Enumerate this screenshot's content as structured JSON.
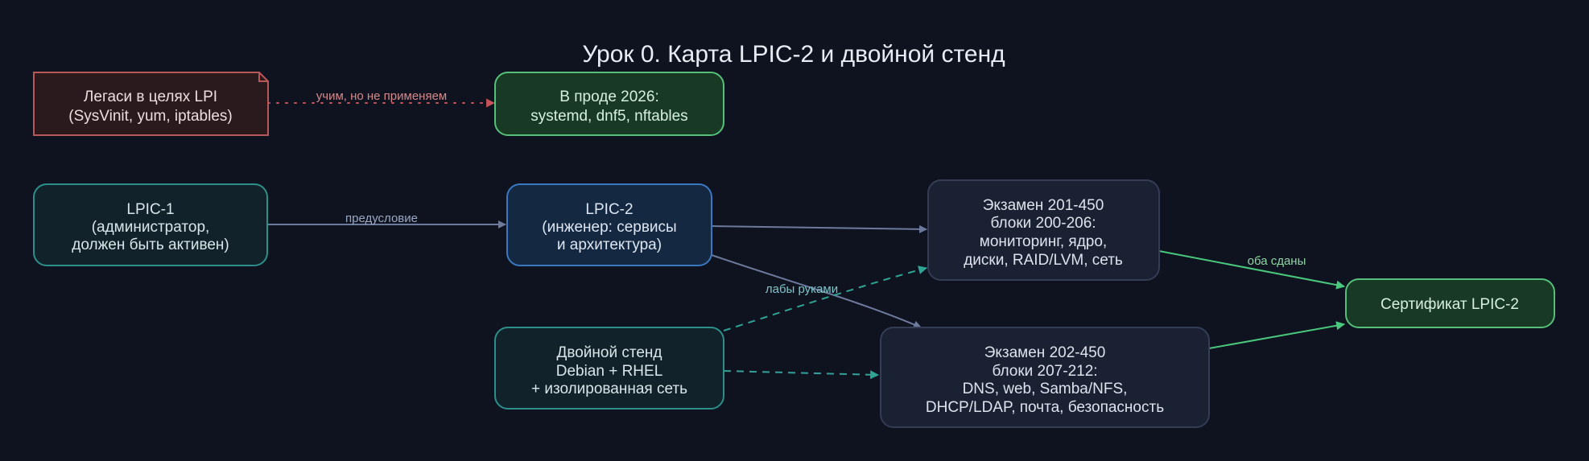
{
  "title": "Урок 0. Карта LPIC-2 и двойной стенд",
  "colors": {
    "background": "#0f131f",
    "title": "#e8ecf4",
    "legacy_fill": "#2a1a1e",
    "legacy_stroke": "#b85858",
    "legacy_text": "#eedddd",
    "prod_fill": "#183a24",
    "prod_stroke": "#56c07a",
    "prod_text": "#d6f0dd",
    "teal_fill": "#11222a",
    "teal_stroke": "#2d8f8a",
    "teal_text": "#d8e6ea",
    "blue_fill": "#142842",
    "blue_stroke": "#3a78c0",
    "blue_text": "#dde6f2",
    "exam_fill": "#1a2133",
    "exam_stroke": "#343d55",
    "exam_text": "#dde2ec",
    "cert_fill": "#183a24",
    "cert_stroke": "#56c07a",
    "cert_text": "#d6f0dd",
    "edge_main": "#6c7a9c",
    "edge_teal": "#2fa394",
    "edge_green": "#49c77c",
    "edge_legacy": "#c4545a",
    "label_main": "#9aa8c4",
    "label_teal": "#7fc4c8",
    "label_green": "#8fd6a4",
    "label_legacy": "#d68888"
  },
  "nodes": {
    "legacy": {
      "lines": [
        "Легаси в целях LPI",
        "(SysVinit, yum, iptables)"
      ]
    },
    "prod": {
      "lines": [
        "В проде 2026:",
        "systemd, dnf5, nftables"
      ]
    },
    "lpic1": {
      "lines": [
        "LPIC-1",
        "(администратор,",
        "должен быть активен)"
      ]
    },
    "lpic2": {
      "lines": [
        "LPIC-2",
        "(инженер: сервисы",
        "и архитектура)"
      ]
    },
    "exam201": {
      "lines": [
        "Экзамен 201-450",
        "блоки 200-206:",
        "мониторинг, ядро,",
        "диски, RAID/LVM, сеть"
      ]
    },
    "exam202": {
      "lines": [
        "Экзамен 202-450",
        "блоки 207-212:",
        "DNS, web, Samba/NFS,",
        "DHCP/LDAP, почта, безопасность"
      ]
    },
    "stand": {
      "lines": [
        "Двойной стенд",
        "Debian + RHEL",
        "+ изолированная сеть"
      ]
    },
    "cert": {
      "lines": [
        "Сертификат LPIC-2"
      ]
    }
  },
  "edge_labels": {
    "legacy_prod": "учим, но не применяем",
    "prereq": "предусловие",
    "labs": "лабы руками",
    "both_passed": "оба сданы"
  }
}
